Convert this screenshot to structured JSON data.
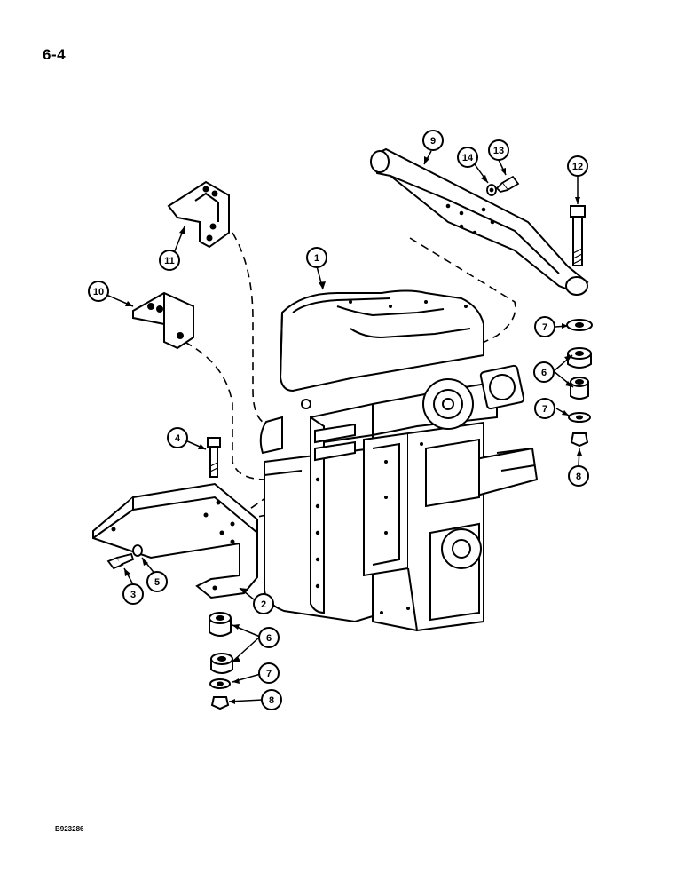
{
  "page": {
    "page_number": "6-4",
    "drawing_code": "B923286"
  },
  "callouts": [
    {
      "key": "c1",
      "label": "1"
    },
    {
      "key": "c2",
      "label": "2"
    },
    {
      "key": "c3",
      "label": "3"
    },
    {
      "key": "c4",
      "label": "4"
    },
    {
      "key": "c5",
      "label": "5"
    },
    {
      "key": "c6a",
      "label": "6"
    },
    {
      "key": "c6b",
      "label": "6"
    },
    {
      "key": "c7a",
      "label": "7"
    },
    {
      "key": "c7b",
      "label": "7"
    },
    {
      "key": "c7c",
      "label": "7"
    },
    {
      "key": "c8a",
      "label": "8"
    },
    {
      "key": "c8b",
      "label": "8"
    },
    {
      "key": "c9",
      "label": "9"
    },
    {
      "key": "c10",
      "label": "10"
    },
    {
      "key": "c11",
      "label": "11"
    },
    {
      "key": "c12",
      "label": "12"
    },
    {
      "key": "c13",
      "label": "13"
    },
    {
      "key": "c14",
      "label": "14"
    }
  ],
  "colors": {
    "ink": "#000000",
    "paper": "#ffffff"
  }
}
